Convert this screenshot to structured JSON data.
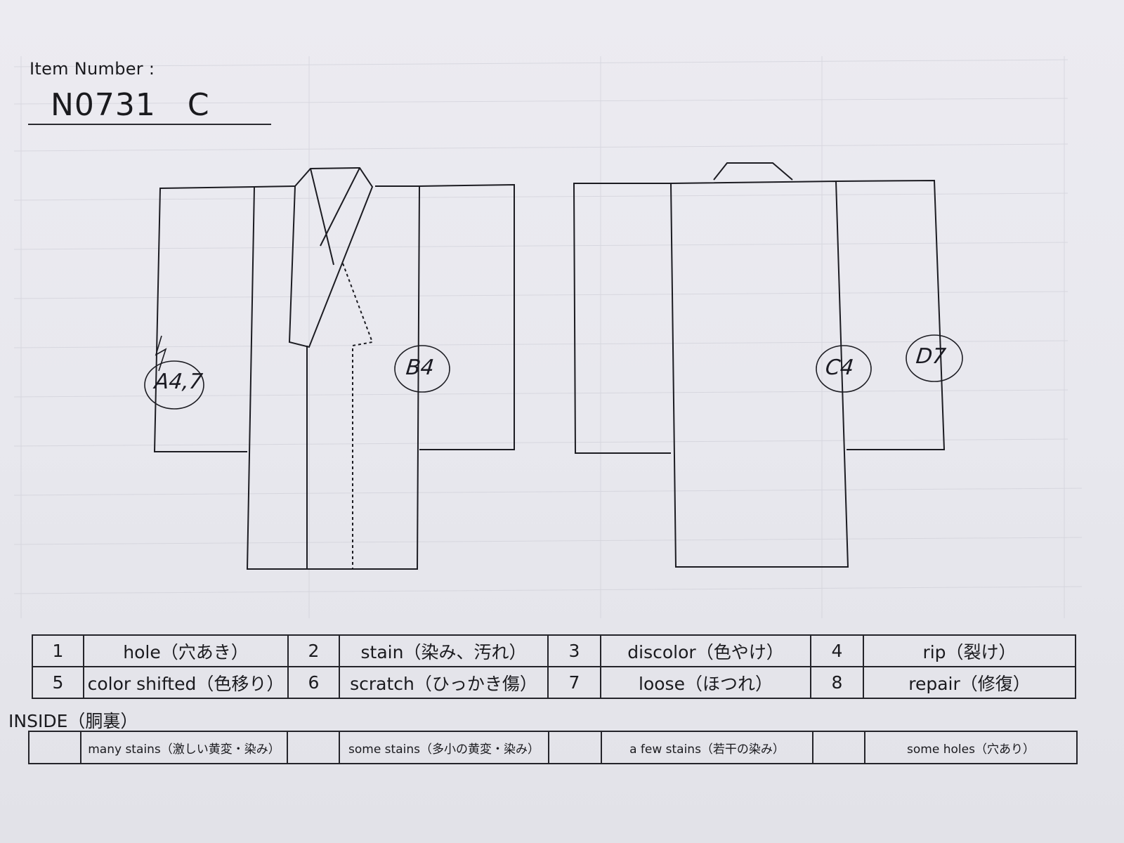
{
  "header": {
    "item_number_label": "Item Number :",
    "item_number_value": "N0731   C"
  },
  "damage_marks": [
    {
      "id": "A",
      "text": "A4,7"
    },
    {
      "id": "B",
      "text": "B4"
    },
    {
      "id": "C",
      "text": "C4"
    },
    {
      "id": "D",
      "text": "D7"
    }
  ],
  "legend": {
    "rows": [
      [
        {
          "num": "1",
          "label": "hole（穴あき）"
        },
        {
          "num": "2",
          "label": "stain（染み、汚れ）"
        },
        {
          "num": "3",
          "label": "discolor（色やけ）"
        },
        {
          "num": "4",
          "label": "rip（裂け）"
        }
      ],
      [
        {
          "num": "5",
          "label": "color shifted（色移り）"
        },
        {
          "num": "6",
          "label": "scratch（ひっかき傷）"
        },
        {
          "num": "7",
          "label": "loose（ほつれ）"
        },
        {
          "num": "8",
          "label": "repair（修復）"
        }
      ]
    ]
  },
  "inside": {
    "label": "INSIDE（胴裏）",
    "options": [
      {
        "label": "many stains（激しい黄変・染み）",
        "checked": ""
      },
      {
        "label": "some stains（多小の黄変・染み）",
        "checked": ""
      },
      {
        "label": "a few stains（若干の染み）",
        "checked": ""
      },
      {
        "label": "some holes（穴あり）",
        "checked": ""
      }
    ]
  }
}
